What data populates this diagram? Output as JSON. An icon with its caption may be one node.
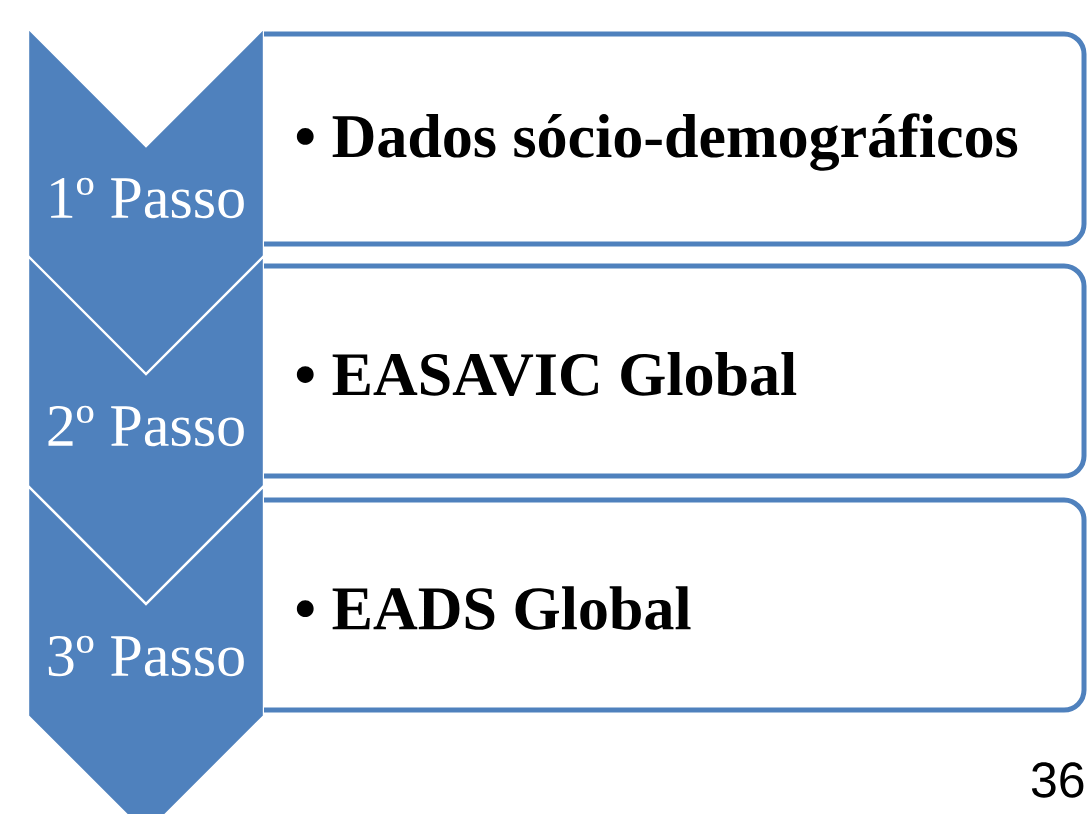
{
  "diagram": {
    "nodes": [
      {
        "text": [
          "1º Passo"
        ]
      },
      {
        "text": [
          "• Dados sócio-demográficos"
        ]
      },
      {
        "text": [
          "2º Passo"
        ]
      },
      {
        "text": [
          "• EASAVIC Global"
        ]
      },
      {
        "text": [
          "3º Passo"
        ]
      },
      {
        "text": [
          "• EADS Global"
        ]
      }
    ],
    "labels": [
      "36"
    ]
  }
}
